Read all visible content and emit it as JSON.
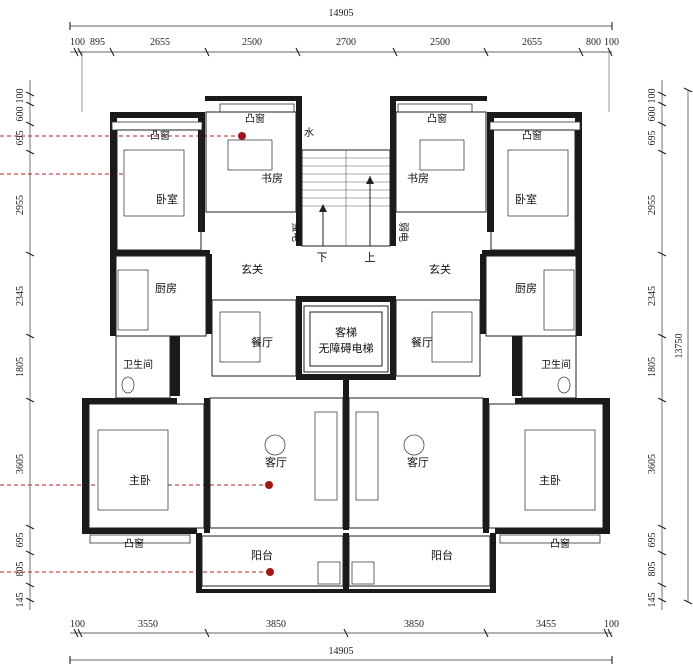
{
  "top_dims": {
    "total": "14905",
    "segments": [
      "100",
      "895",
      "2655",
      "2500",
      "2700",
      "2500",
      "2655",
      "800",
      "100"
    ]
  },
  "bottom_dims": {
    "total": "14905",
    "segments": [
      "100",
      "3550",
      "3850",
      "3850",
      "3455",
      "100"
    ]
  },
  "left_dims": [
    "100",
    "600",
    "695",
    "2955",
    "2345",
    "1805",
    "3605",
    "695",
    "805",
    "145"
  ],
  "right_dims": {
    "segments": [
      "100",
      "600",
      "695",
      "2955",
      "2345",
      "1805",
      "3605",
      "695",
      "805",
      "145"
    ],
    "total": "13750"
  },
  "rooms": {
    "bay_window_top_left": "凸窗",
    "bay_window_top_mid_left": "凸窗",
    "bay_window_top_mid_right": "凸窗",
    "bay_window_top_right": "凸窗",
    "bedroom_left": "卧室",
    "bedroom_right": "卧室",
    "study_left": "书房",
    "study_right": "书房",
    "water": "水",
    "strong_left": "强电",
    "weak_right": "弱电",
    "stair_down": "下",
    "stair_up": "上",
    "foyer_left": "玄关",
    "foyer_right": "玄关",
    "kitchen_left": "厨房",
    "kitchen_right": "厨房",
    "elevator_line1": "客梯",
    "elevator_line2": "无障碍电梯",
    "dining_left": "餐厅",
    "dining_right": "餐厅",
    "bath_left": "卫生间",
    "bath_right": "卫生间",
    "living_left": "客厅",
    "living_right": "客厅",
    "master_left": "主卧",
    "master_right": "主卧",
    "bay_window_bottom_left": "凸窗",
    "bay_window_bottom_right": "凸窗",
    "balcony_left": "阳台",
    "balcony_right": "阳台"
  },
  "colors": {
    "wall": "#1a1a1a",
    "marker": "#a01818"
  }
}
